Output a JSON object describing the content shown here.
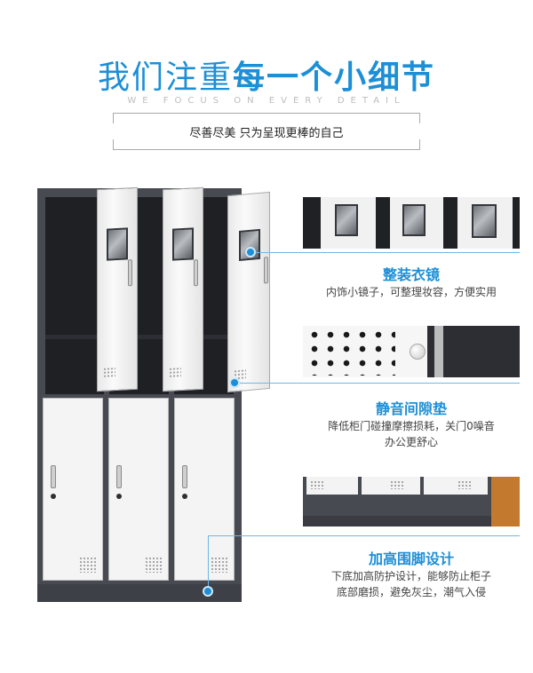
{
  "header": {
    "title_light": "我们注重",
    "title_bold": "每一个小细节",
    "subtitle_en": "WE FOCUS ON EVERY DETAIL",
    "slogan": "尽善尽美 只为呈现更棒的自己"
  },
  "features": [
    {
      "title": "整装衣镜",
      "desc": "内饰小镜子，可整理妆容，方便实用"
    },
    {
      "title": "静音间隙垫",
      "desc_line1": "降低柜门碰撞摩擦损耗，关门0噪音",
      "desc_line2": "办公更舒心"
    },
    {
      "title": "加高围脚设计",
      "desc_line1": "下底加高防护设计，能够防止柜子",
      "desc_line2": "底部磨损，避免灰尘，潮气入侵"
    }
  ],
  "colors": {
    "accent": "#1d8fd6",
    "cabinet": "#474a51",
    "door": "#f4f4f4"
  }
}
